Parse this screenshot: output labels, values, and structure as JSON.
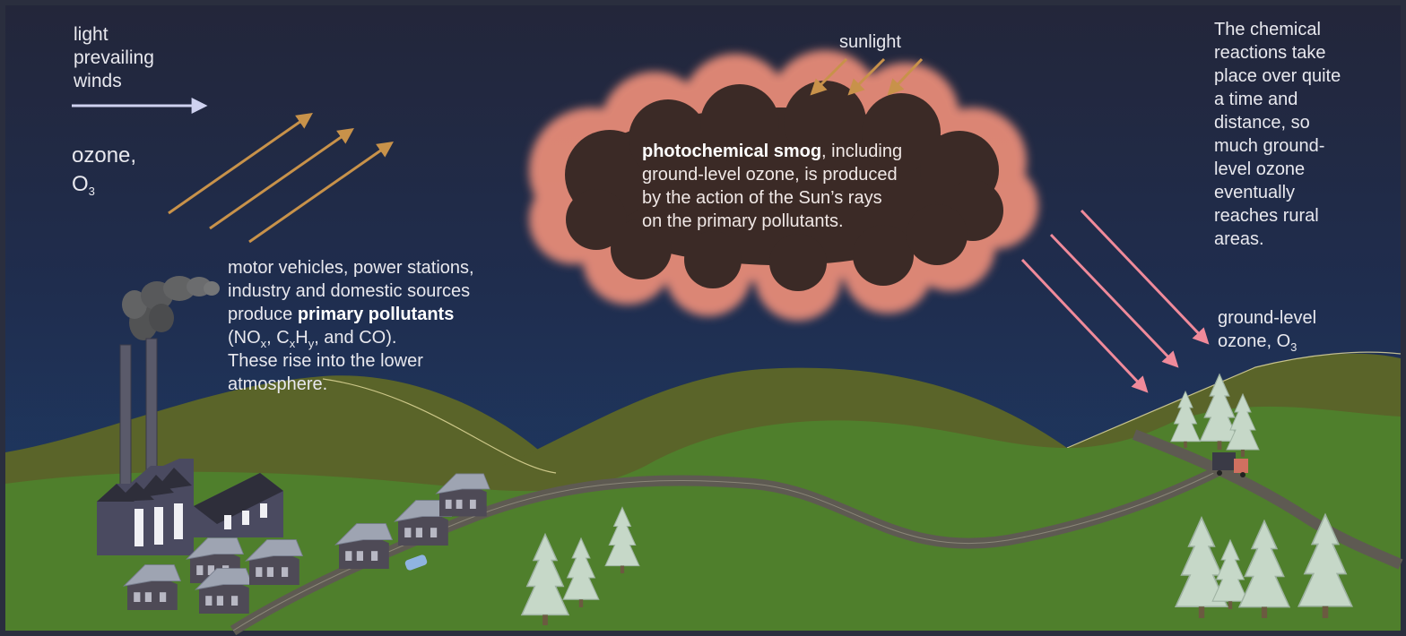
{
  "labels": {
    "winds": [
      "light",
      "prevailing",
      "winds"
    ],
    "ozone": {
      "word": "ozone,",
      "formula": "O",
      "sub": "3"
    },
    "sunlight": "sunlight",
    "sources": {
      "line1": "motor vehicles, power stations,",
      "line2": "industry and domestic sources",
      "line3_pre": "produce ",
      "line3_bold": "primary pollutants",
      "f_open": "(NO",
      "f_x": "x",
      "f_sep": ", C",
      "f_x2": "x",
      "f_h": "H",
      "f_y": "y",
      "f_end": ", and CO).",
      "line5": "These rise into the lower",
      "line6": "atmosphere."
    },
    "smog": {
      "bold": "photochemical smog",
      "line1_rest": ", including",
      "line2": "ground-level ozone, is produced",
      "line3": "by the action of the Sun’s rays",
      "line4": "on the primary pollutants."
    },
    "chemical": [
      "The chemical",
      "reactions take",
      "place over quite",
      "a time and",
      "distance, so",
      "much ground-",
      "level ozone",
      "eventually",
      "reaches rural",
      "areas."
    ],
    "ground_ozone": {
      "line1": "ground-level",
      "line2": "ozone, O",
      "sub": "3"
    }
  },
  "colors": {
    "sky_top": "#23263a",
    "sky_bottom": "#1e3e6c",
    "far_hill": "#5a6429",
    "near_hill": "#4f7f2c",
    "cloud_glow": "#f0907a",
    "cloud_core": "#3a2a26",
    "rise_arrow": "#c8924a",
    "sun_arrow": "#c8924a",
    "ozone_arrow": "#f08a9a",
    "wind_arrow": "#cfd2f0",
    "road": "#5e5a52",
    "tree": "#c6d8c8",
    "factory": "#4a4a60",
    "house_roof": "#9ea4b2",
    "house_wall": "#4e4a56"
  }
}
